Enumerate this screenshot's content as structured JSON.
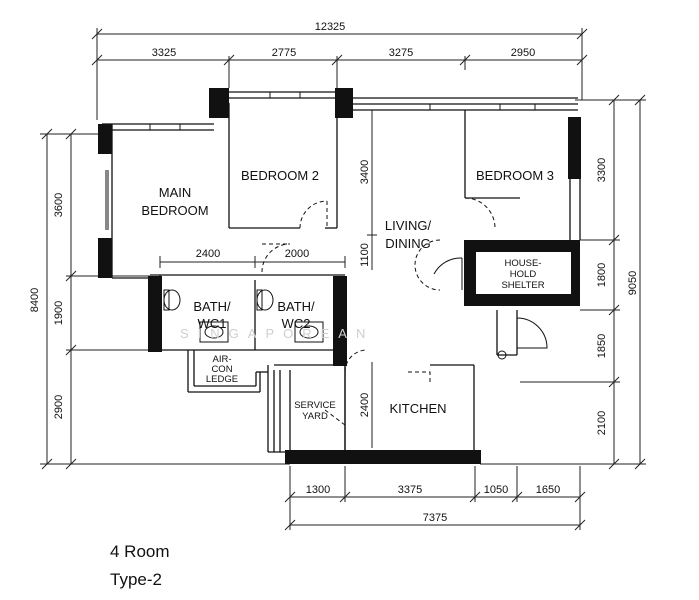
{
  "title": {
    "line1": "4 Room",
    "line2": "Type-2"
  },
  "watermark": "SINGAPOREAN",
  "dimensions": {
    "top_overall": "12325",
    "top_segments": [
      "3325",
      "2775",
      "3275",
      "2950"
    ],
    "bottom_segments": [
      "1300",
      "3375",
      "1050",
      "1650"
    ],
    "bottom_overall": "7375",
    "left_outer": "8400",
    "left_inner": [
      "3600",
      "1900",
      "2900"
    ],
    "right_outer": "9050",
    "right_inner": [
      "3300",
      "1800",
      "1850",
      "2100"
    ],
    "bath_widths": [
      "2400",
      "2000"
    ],
    "interior_vertical": [
      "3400",
      "1100",
      "2400"
    ]
  },
  "rooms": {
    "main_bedroom": [
      "MAIN",
      "BEDROOM"
    ],
    "bedroom_2": "BEDROOM 2",
    "bedroom_3": "BEDROOM 3",
    "living_dining": [
      "LIVING/",
      "DINING"
    ],
    "household_shelter": [
      "HOUSE-",
      "HOLD",
      "SHELTER"
    ],
    "bath_wc1": [
      "BATH/",
      "WC1"
    ],
    "bath_wc2": [
      "BATH/",
      "WC2"
    ],
    "aircon_ledge": [
      "AIR-",
      "CON",
      "LEDGE"
    ],
    "service_yard": [
      "SERVICE",
      "YARD"
    ],
    "kitchen": "KITCHEN"
  }
}
